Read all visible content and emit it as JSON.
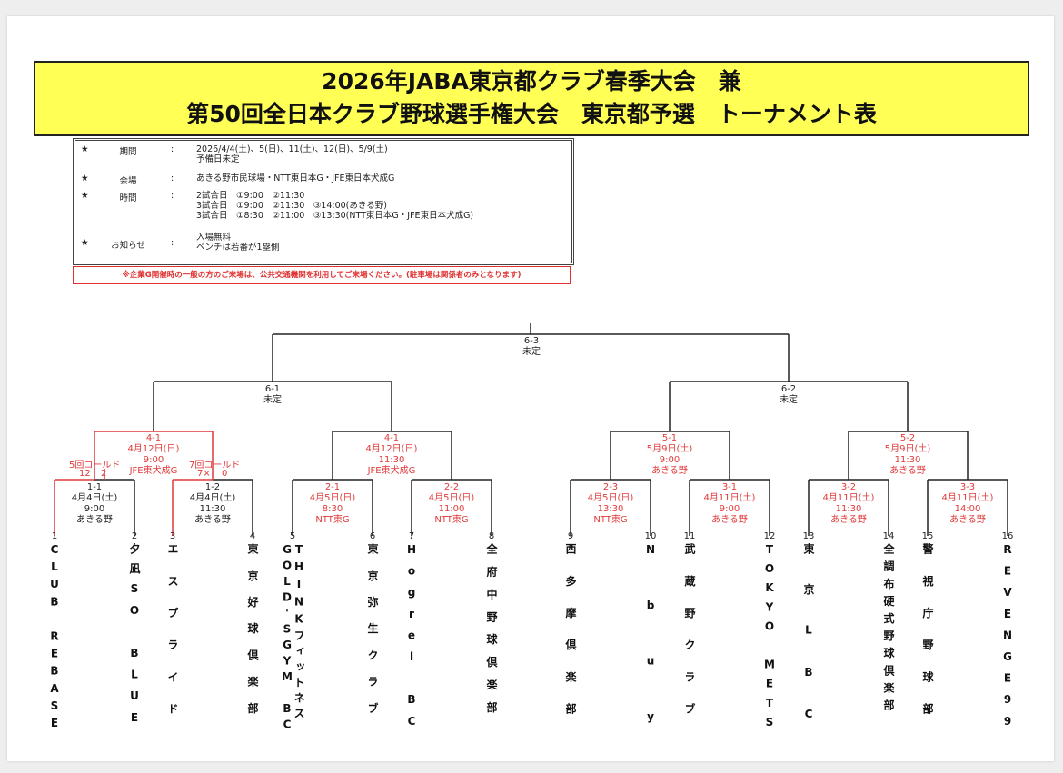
{
  "title": {
    "line1": "2026年JABA東京都クラブ春季大会　兼",
    "line2": "第50回全日本クラブ野球選手権大会　東京都予選　トーナメント表"
  },
  "info": [
    {
      "star": "★",
      "label": "期間",
      "colon": ":",
      "lines": [
        "2026/4/4(土)、5(日)、11(土)、12(日)、5/9(土)",
        "予備日未定"
      ]
    },
    {
      "star": "★",
      "label": "会場",
      "colon": ":",
      "lines": [
        "あきる野市民球場・NTT東日本G・JFE東日本犬成G"
      ]
    },
    {
      "star": "★",
      "label": "時間",
      "colon": ":",
      "lines": [
        "2試合日　①9:00　②11:30",
        "3試合日　①9:00　②11:30　③14:00(あきる野)",
        "3試合日　①8:30　②11:00　③13:30(NTT東日本G・JFE東日本犬成G)"
      ]
    },
    {
      "star": "★",
      "label": "お知らせ",
      "colon": ":",
      "lines": [
        "入場無料",
        "ベンチは若番が1塁側"
      ]
    }
  ],
  "notice": "※企業G開催時の一般の方のご来場は、公共交通機関を利用してご来場ください。(駐車場は関係者のみとなります)",
  "final": {
    "id": "6-3",
    "status": "未定"
  },
  "semis": [
    {
      "id": "6-1",
      "status": "未定"
    },
    {
      "id": "6-2",
      "status": "未定"
    }
  ],
  "quarters": [
    {
      "id": "4-1",
      "date": "4月12日(日)",
      "time": "9:00",
      "venue": "JFE東犬成G"
    },
    {
      "id": "4-1",
      "date": "4月12日(日)",
      "time": "11:30",
      "venue": "JFE東犬成G"
    },
    {
      "id": "5-1",
      "date": "5月9日(土)",
      "time": "9:00",
      "venue": "あきる野"
    },
    {
      "id": "5-2",
      "date": "5月9日(土)",
      "time": "11:30",
      "venue": "あきる野"
    }
  ],
  "first_round": [
    {
      "id": "1-1",
      "date": "4月4日(土)",
      "time": "9:00",
      "venue": "あきる野"
    },
    {
      "id": "1-2",
      "date": "4月4日(土)",
      "time": "11:30",
      "venue": "あきる野"
    },
    {
      "id": "2-1",
      "date": "4月5日(日)",
      "time": "8:30",
      "venue": "NTT東G"
    },
    {
      "id": "2-2",
      "date": "4月5日(日)",
      "time": "11:00",
      "venue": "NTT東G"
    },
    {
      "id": "2-3",
      "date": "4月5日(日)",
      "time": "13:30",
      "venue": "NTT東G"
    },
    {
      "id": "3-1",
      "date": "4月11日(土)",
      "time": "9:00",
      "venue": "あきる野"
    },
    {
      "id": "3-2",
      "date": "4月11日(土)",
      "time": "11:30",
      "venue": "あきる野"
    },
    {
      "id": "3-3",
      "date": "4月11日(土)",
      "time": "14:00",
      "venue": "あきる野"
    }
  ],
  "results": [
    {
      "note": "5回コールド",
      "score_left": "12",
      "score_right": "2"
    },
    {
      "note": "7回コールド",
      "score_left": "7×",
      "score_right": "0"
    }
  ],
  "teams": [
    {
      "no": "1",
      "name": [
        "CLUB REBASE"
      ]
    },
    {
      "no": "2",
      "name": [
        "夕凪SO BLUE"
      ]
    },
    {
      "no": "3",
      "name": [
        "エスプライド"
      ]
    },
    {
      "no": "4",
      "name": [
        "東京好球倶楽部"
      ]
    },
    {
      "no": "5",
      "name": [
        "GOLD'SGYM BC",
        "THINKフィットネス"
      ]
    },
    {
      "no": "6",
      "name": [
        "東京弥生クラブ"
      ]
    },
    {
      "no": "7",
      "name": [
        "Hogrel BC"
      ]
    },
    {
      "no": "8",
      "name": [
        "全府中野球倶楽部"
      ]
    },
    {
      "no": "9",
      "name": [
        "西多摩倶楽部"
      ]
    },
    {
      "no": "10",
      "name": [
        "Nbuy"
      ]
    },
    {
      "no": "11",
      "name": [
        "武蔵野クラブ"
      ]
    },
    {
      "no": "12",
      "name": [
        "TOKYO METS"
      ]
    },
    {
      "no": "13",
      "name": [
        "東京LBC"
      ]
    },
    {
      "no": "14",
      "name": [
        "全調布硬式野球倶楽部"
      ]
    },
    {
      "no": "15",
      "name": [
        "警視庁野球部"
      ]
    },
    {
      "no": "16",
      "name": [
        "REVENGE99"
      ]
    }
  ],
  "colors": {
    "title_bg": "#ffff55",
    "accent_red": "#e03a3a",
    "line": "#222222"
  }
}
